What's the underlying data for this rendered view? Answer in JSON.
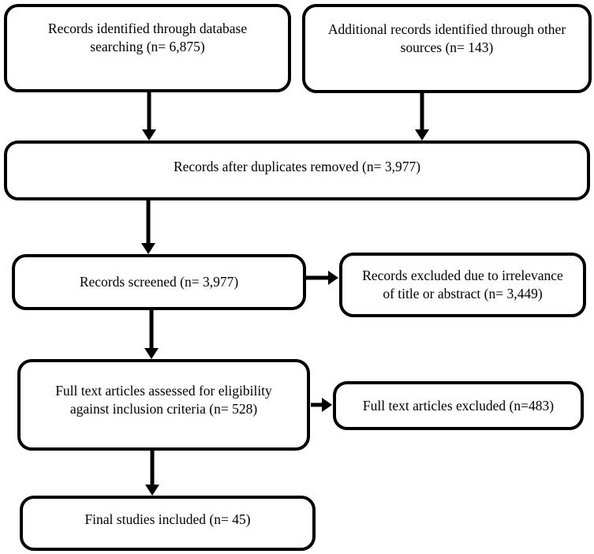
{
  "colors": {
    "background": "#ffffff",
    "box_border": "#000000",
    "text": "#000000",
    "arrow": "#000000"
  },
  "boxes": {
    "identified": {
      "lines": [
        "Records identified through database",
        "searching (n= 6,875)"
      ],
      "n": "6,875"
    },
    "additional": {
      "lines": [
        "Additional records identified through other",
        "sources (n= 143)"
      ],
      "n": "143"
    },
    "duplicates_removed": {
      "lines": [
        "Records after duplicates removed (n= 3,977)"
      ],
      "n": "3,977"
    },
    "screened": {
      "lines": [
        "Records screened (n= 3,977)"
      ],
      "n": "3,977"
    },
    "excluded_screening": {
      "lines": [
        "Records excluded due to irrelevance",
        "of title or abstract (n= 3,449)"
      ],
      "n": "3,449"
    },
    "fulltext_assessed": {
      "lines": [
        "Full text articles assessed for eligibility",
        "against inclusion criteria (n= 528)"
      ],
      "n": "528"
    },
    "fulltext_excluded": {
      "lines": [
        "Full text articles excluded (n=483)"
      ],
      "n": "483"
    },
    "final_included": {
      "lines": [
        "Final studies included (n= 45)"
      ],
      "n": "45"
    }
  }
}
